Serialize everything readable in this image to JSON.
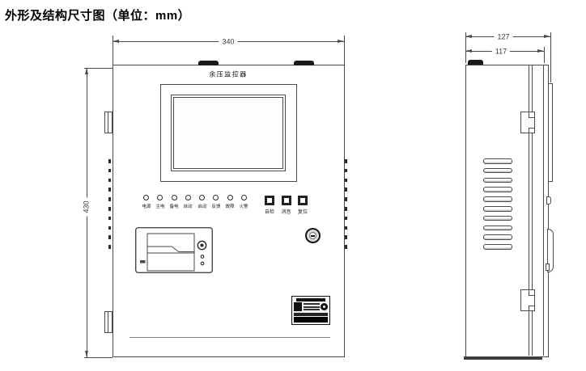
{
  "page": {
    "title": "外形及结构尺寸图（单位：mm）"
  },
  "front_view": {
    "panel_title": "余压监控器",
    "dims": {
      "width": "340",
      "height": "430"
    },
    "led_labels": [
      "电源",
      "主电",
      "备电",
      "自动",
      "启动",
      "反馈",
      "故障",
      "火警"
    ],
    "button_labels": [
      "自检",
      "消音",
      "复位"
    ],
    "vent_dash_count": 10
  },
  "side_view": {
    "dims": {
      "depth_total": "127",
      "depth_body": "117"
    },
    "vent_slat_count": 10
  },
  "colors": {
    "line": "#4a4a4a",
    "dark": "#1a1a1a",
    "background": "#ffffff"
  }
}
